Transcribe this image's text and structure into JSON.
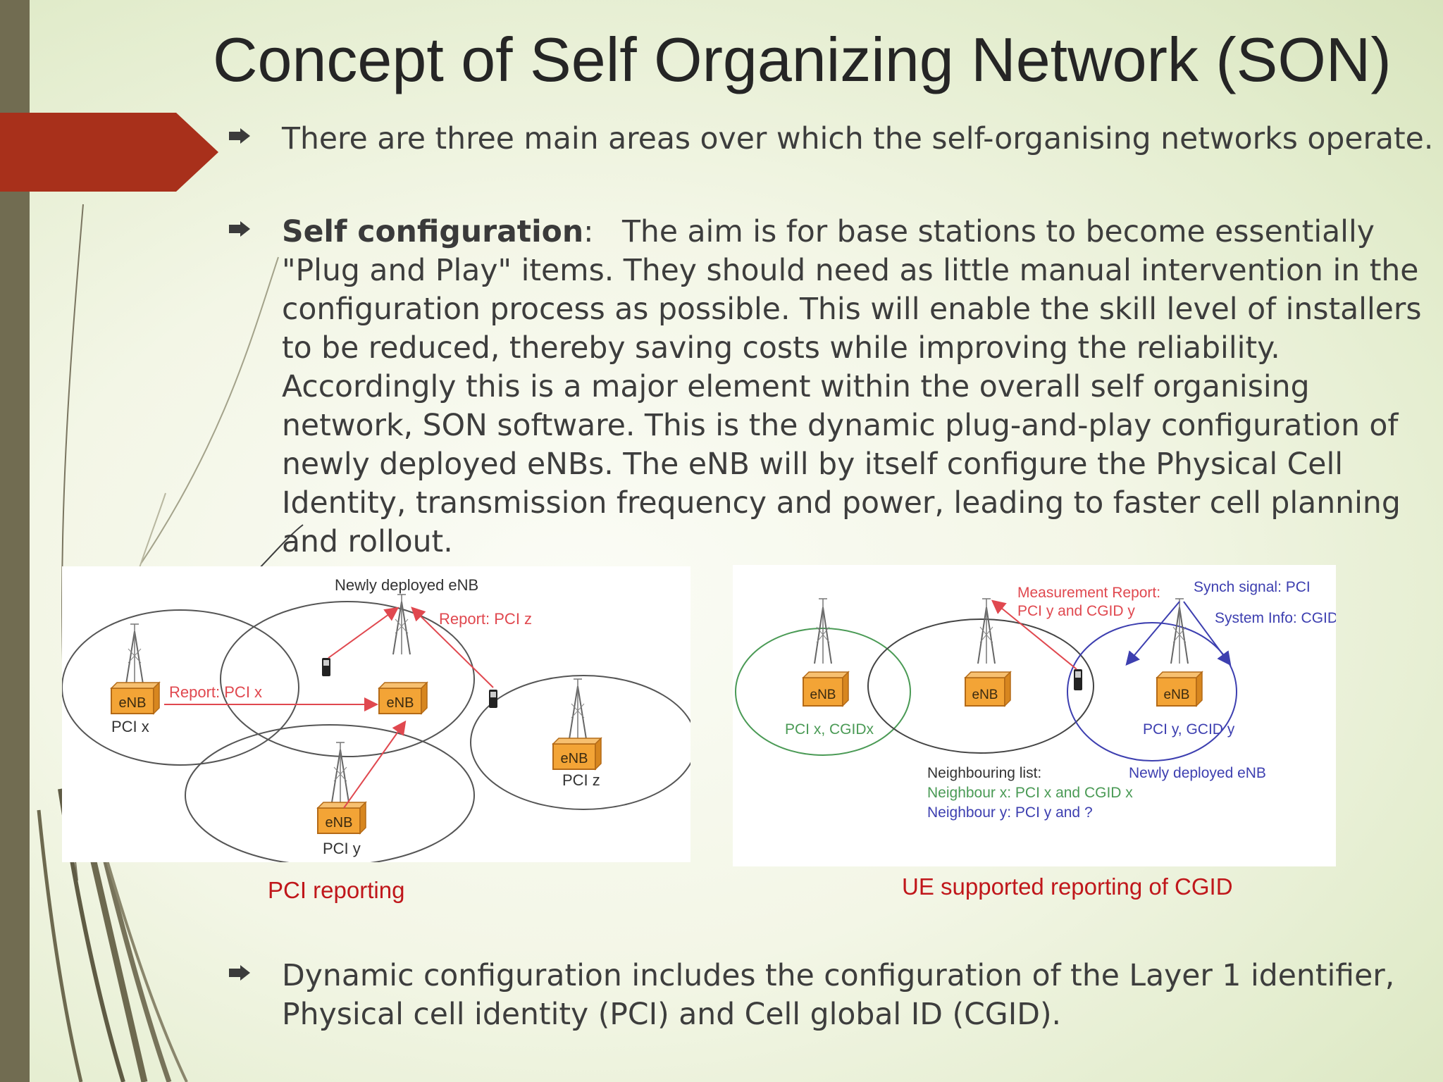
{
  "slide": {
    "title": "Concept of Self Organizing Network (SON)",
    "colors": {
      "accent_red": "#a8301b",
      "left_bar": "#716c51",
      "caption_red": "#c0171b"
    }
  },
  "bullets": [
    {
      "icon": "arrow-bullet-icon",
      "text": "There are three main areas over which the self-organising networks operate."
    },
    {
      "icon": "arrow-bullet-icon",
      "bold_label": "Self configuration",
      "separator": ":",
      "text": "The aim is for base stations to become essentially \"Plug and Play\" items. They should need as little manual intervention in the configuration process as possible. This will enable the skill level of installers to be reduced, thereby saving costs while improving the reliability. Accordingly this is a major element within the overall self organising network, SON software. This is the dynamic plug-and-play configuration of newly deployed eNBs. The eNB will by itself configure the Physical Cell Identity, transmission frequency and power, leading to faster cell planning and rollout."
    },
    {
      "icon": "arrow-bullet-icon",
      "text": "Dynamic configuration includes the configuration of the Layer 1 identifier, Physical cell identity (PCI) and Cell global ID (CGID)."
    }
  ],
  "diagram_left": {
    "caption": "PCI reporting",
    "newly_deployed": "Newly deployed eNB",
    "report_z": "Report: PCI z",
    "report_x": "Report: PCI x",
    "enb": "eNB",
    "pci_x": "PCI x",
    "pci_y": "PCI y",
    "pci_z": "PCI z"
  },
  "diagram_right": {
    "caption": "UE supported reporting of CGID",
    "measurement_report_1": "Measurement Report:",
    "measurement_report_2": "PCI y and CGID y",
    "synch_signal": "Synch signal: PCI",
    "system_info": "System Info: CGID",
    "enb": "eNB",
    "pci_x_cgid": "PCI x, CGIDx",
    "pci_y_gcid": "PCI y, GCID y",
    "neighbouring_list": "Neighbouring list:",
    "neighbour_x": "Neighbour x: PCI x and CGID x",
    "neighbour_y": "Neighbour y: PCI y and ?",
    "newly_deployed": "Newly deployed eNB"
  }
}
